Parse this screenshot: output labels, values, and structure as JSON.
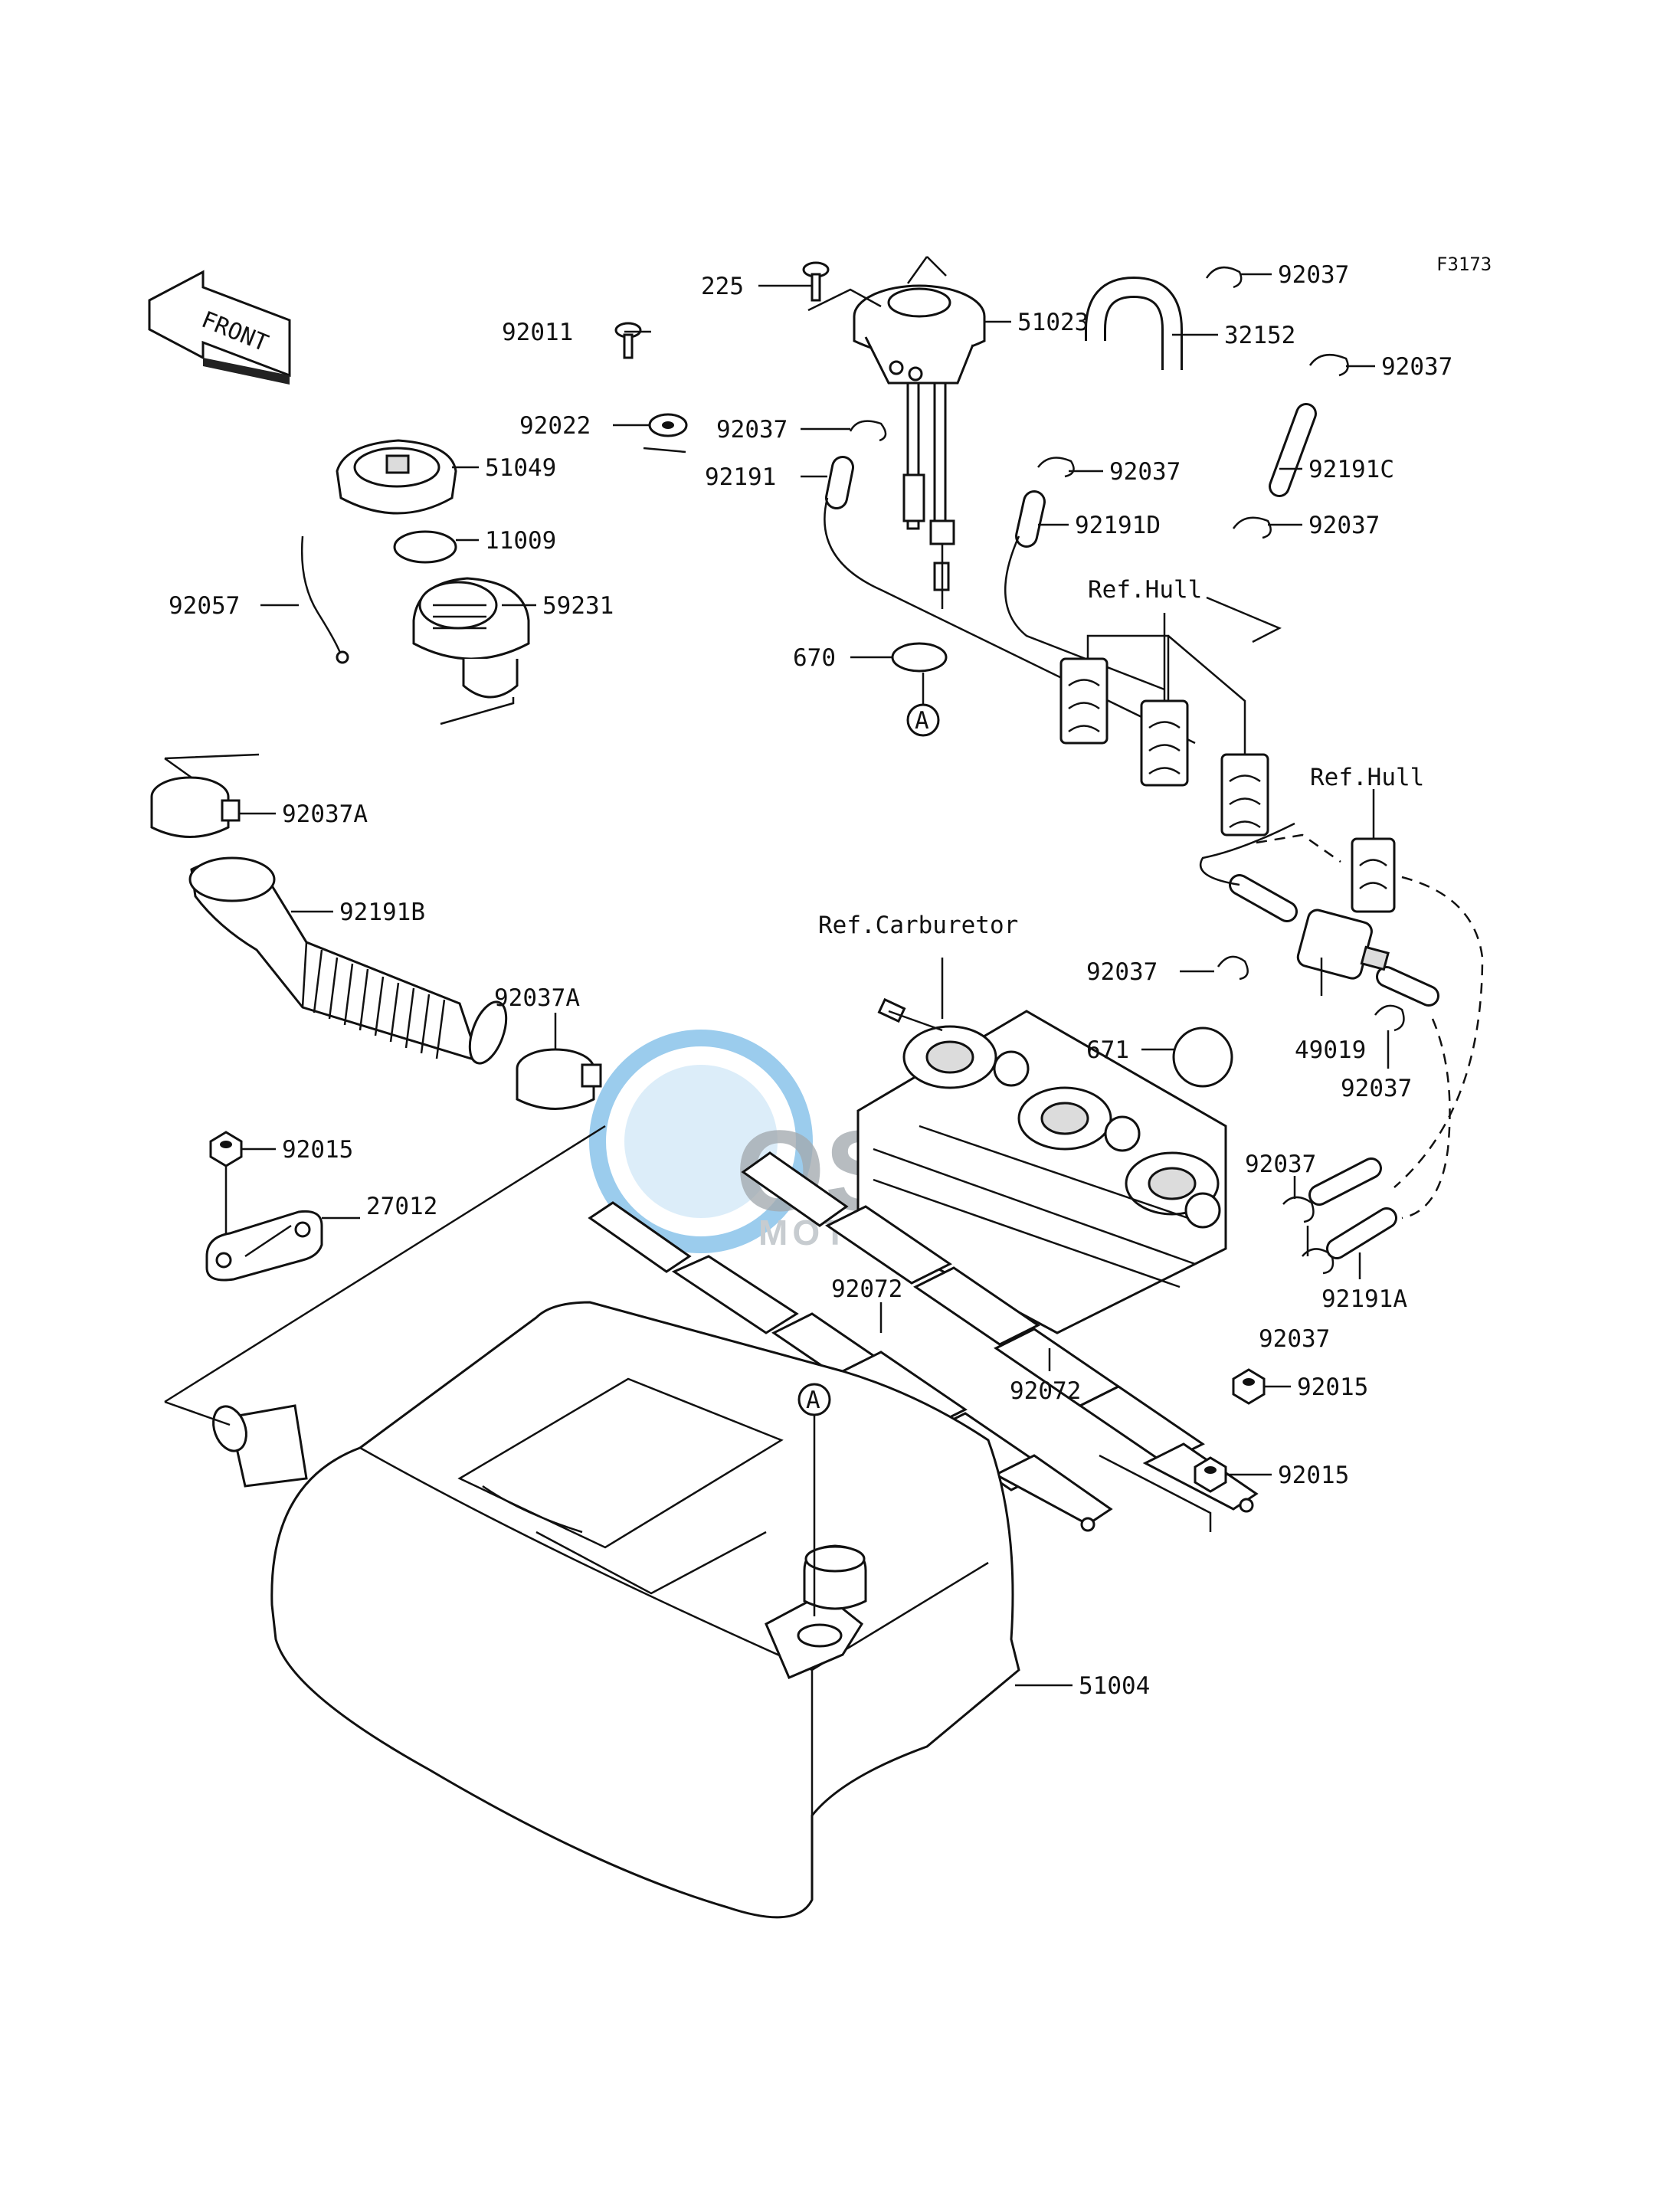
{
  "figure_code": "F3173",
  "front_label": "FRONT",
  "watermark": {
    "brand": "OSM",
    "sub": "MOTOPARTS",
    "color": "#4aa3df"
  },
  "callout": "A",
  "refs": {
    "hull_1": "Ref.Hull",
    "hull_2": "Ref.Hull",
    "carburetor": "Ref.Carburetor"
  },
  "parts": {
    "p225": "225",
    "p51023": "51023",
    "p92037_top": "92037",
    "p32152": "32152",
    "p92037_r1": "92037",
    "p92011": "92011",
    "p92022": "92022",
    "p92037_l": "92037",
    "p92037_m": "92037",
    "p92191C": "92191C",
    "p51049": "51049",
    "p92191": "92191",
    "p92191D": "92191D",
    "p92037_r2": "92037",
    "p11009": "11009",
    "p92057": "92057",
    "p59231": "59231",
    "p670": "670",
    "p92037A_1": "92037A",
    "p92191B": "92191B",
    "p92037A_2": "92037A",
    "p92037_c": "92037",
    "p671": "671",
    "p49019": "49019",
    "p92037_rr": "92037",
    "p92015_1": "92015",
    "p27012": "27012",
    "p92037_b1": "92037",
    "p92191A": "92191A",
    "p92072_1": "92072",
    "p92037_b2": "92037",
    "p92072_2": "92072",
    "p92015_2": "92015",
    "p92015_3": "92015",
    "p51004": "51004"
  }
}
